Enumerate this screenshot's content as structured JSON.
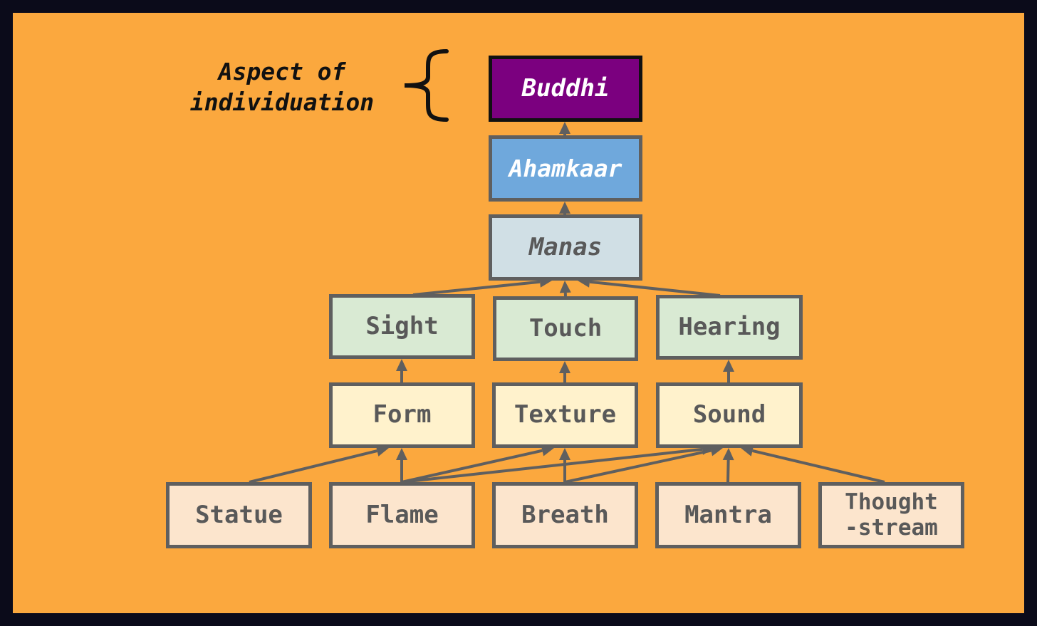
{
  "annotation": {
    "line1": "Aspect of",
    "line2": "individuation"
  },
  "nodes": {
    "buddhi": {
      "label": "Buddhi",
      "fill": "#7b007f",
      "text_color": "#ffffff",
      "border": "#111111"
    },
    "ahamkaar": {
      "label": "Ahamkaar",
      "fill": "#6fa8dc",
      "text_color": "#ffffff"
    },
    "manas": {
      "label": "Manas",
      "fill": "#d0dfe5"
    },
    "sight": {
      "label": "Sight",
      "fill": "#d9ead3"
    },
    "touch": {
      "label": "Touch",
      "fill": "#d9ead3"
    },
    "hearing": {
      "label": "Hearing",
      "fill": "#d9ead3"
    },
    "form": {
      "label": "Form",
      "fill": "#fff2cc"
    },
    "texture": {
      "label": "Texture",
      "fill": "#fff2cc"
    },
    "sound": {
      "label": "Sound",
      "fill": "#fff2cc"
    },
    "statue": {
      "label": "Statue",
      "fill": "#fce5cd"
    },
    "flame": {
      "label": "Flame",
      "fill": "#fce5cd"
    },
    "breath": {
      "label": "Breath",
      "fill": "#fce5cd"
    },
    "mantra": {
      "label": "Mantra",
      "fill": "#fce5cd"
    },
    "thought": {
      "label": "Thought\n-stream",
      "fill": "#fce5cd"
    }
  },
  "edges": [
    [
      "ahamkaar",
      "buddhi"
    ],
    [
      "manas",
      "ahamkaar"
    ],
    [
      "sight",
      "manas"
    ],
    [
      "touch",
      "manas"
    ],
    [
      "hearing",
      "manas"
    ],
    [
      "form",
      "sight"
    ],
    [
      "texture",
      "touch"
    ],
    [
      "sound",
      "hearing"
    ],
    [
      "statue",
      "form"
    ],
    [
      "flame",
      "form"
    ],
    [
      "flame",
      "texture"
    ],
    [
      "breath",
      "texture"
    ],
    [
      "flame",
      "sound"
    ],
    [
      "breath",
      "sound"
    ],
    [
      "mantra",
      "sound"
    ],
    [
      "thought",
      "sound"
    ]
  ],
  "colors": {
    "background": "#fba83e",
    "frame": "#0b0b1a",
    "arrow": "#5f5f5f",
    "border": "#5f5f5f"
  }
}
